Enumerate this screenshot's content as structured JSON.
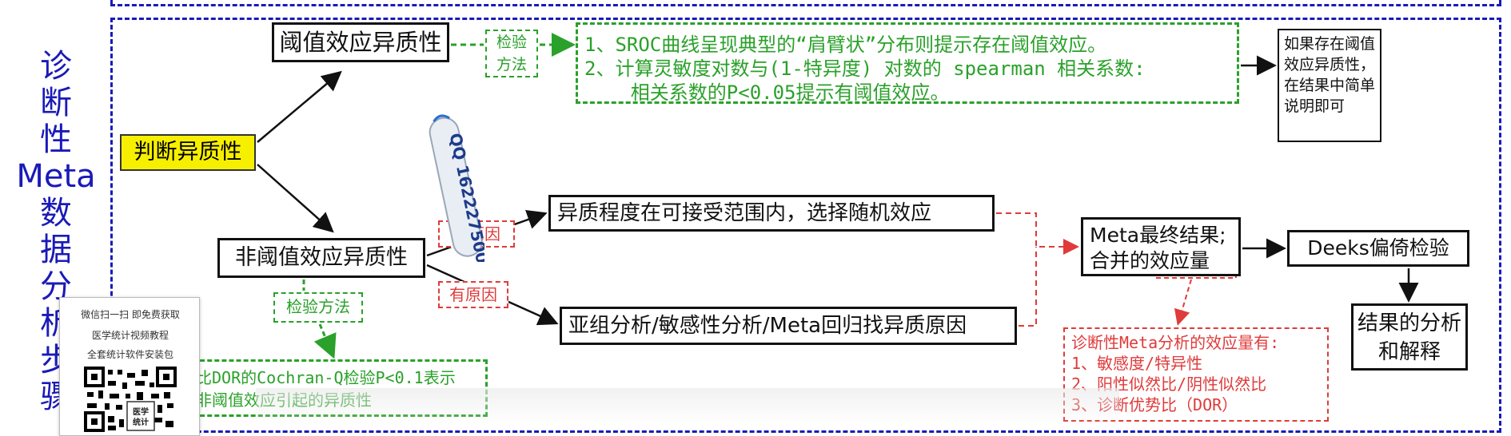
{
  "side_title": [
    "诊",
    "断",
    "性",
    "Meta",
    "数",
    "据",
    "分",
    "析",
    "步",
    "骤"
  ],
  "nodes": {
    "judge": "判断异质性",
    "threshold": "阈值效应异质性",
    "threshold_method": [
      "检验",
      "方法"
    ],
    "sroc_lines": [
      "1、SROC曲线呈现典型的“肩臂状”分布则提示存在阈值效应。",
      "2、计算灵敏度对数与(1-特异度) 对数的 spearman 相关系数:",
      "    相关系数的P<0.05提示有阈值效应。"
    ],
    "threshold_note": "如果存在阈值效应异质性，在结果中简单说明即可",
    "nonthreshold": "非阈值效应异质性",
    "no_reason": "无原因",
    "has_reason": "有原因",
    "random_effect": "异质程度在可接受范围内，选择随机效应",
    "subgroup": "亚组分析/敏感性分析/Meta回归找异质原因",
    "nonthreshold_method": "检验方法",
    "dor_lines": [
      "比DOR的Cochran-Q检验P<0.1表示",
      "非阈值效应引起的异质性"
    ],
    "meta_result": [
      "Meta最终结果;",
      "合并的效应量"
    ],
    "deeks": "Deeks偏倚检验",
    "analysis": [
      "结果的分析",
      "和解释"
    ],
    "effect_sizes": [
      "诊断性Meta分析的效应量有:",
      "1、敏感度/特异性",
      "2、阳性似然比/阴性似然比",
      "3、诊断优势比（DOR）"
    ]
  },
  "wechat_panel": {
    "line1": "微信扫一扫 即免费获取",
    "line2": "医学统计视频教程",
    "line3": "全套统计软件安装包",
    "qr_label": "医学统计"
  },
  "watermark_text": "QQ 1622275006",
  "colors": {
    "frame": "#1a1ab8",
    "highlight": "#f7ef00",
    "green": "#2aa12a",
    "red": "#e03a3a",
    "black": "#111111"
  }
}
